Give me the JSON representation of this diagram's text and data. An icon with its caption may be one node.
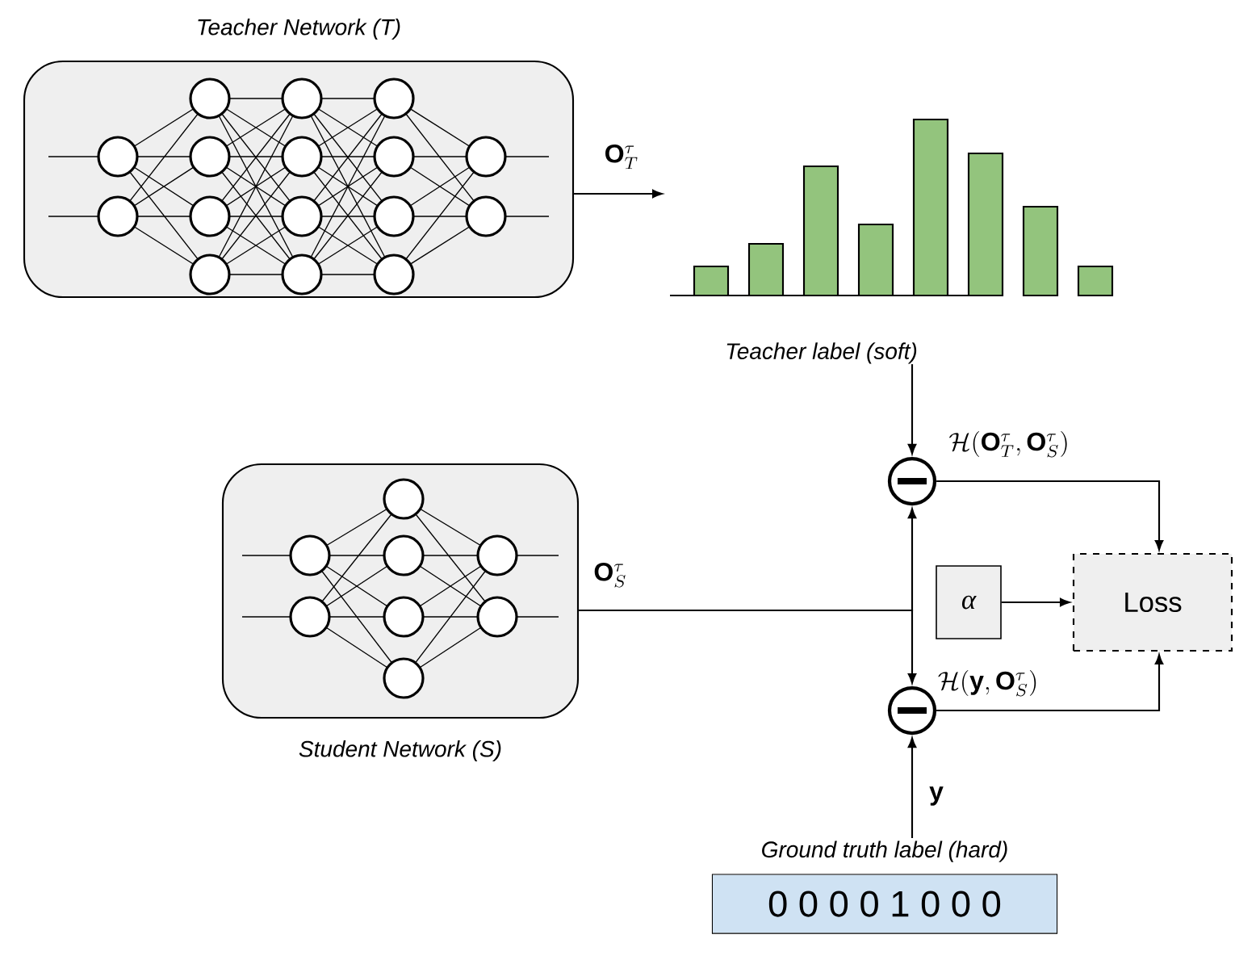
{
  "diagram": {
    "nodes": [
      {
        "text": [
          "Teacher Network (T)"
        ]
      },
      {
        "text": [
          "Teacher label (soft)"
        ]
      },
      {
        "text": [],
        "shape": "circle"
      },
      {
        "text": [
          "Student Network (S)"
        ]
      },
      {
        "text": [
          "α"
        ]
      },
      {
        "text": [
          "Loss"
        ]
      },
      {
        "text": [],
        "shape": "circle"
      },
      {
        "text": [
          "Ground truth label (hard)",
          "0 0 0 0 1 0 0 0"
        ]
      }
    ],
    "edges": [
      {
        "from": 0,
        "to": 1,
        "arrow": "to",
        "label": "\\mathbf{O}_{T}^{\\tau}"
      },
      {
        "from": 1,
        "to": 2,
        "arrow": "to"
      },
      {
        "from": 3,
        "to": 2,
        "arrow": "to",
        "label": "\\mathbf{O}_{S}^{\\tau}"
      },
      {
        "from": 3,
        "to": 6,
        "arrow": "to"
      },
      {
        "from": 2,
        "to": 5,
        "arrow": "to",
        "label": "\\mathcal{H}(\\mathbf{O}_{T}^{\\tau},\\mathbf{O}_{S}^{\\tau})"
      },
      {
        "from": 4,
        "to": 5,
        "arrow": "to"
      },
      {
        "from": 6,
        "to": 5,
        "arrow": "to",
        "label": "\\mathcal{H}(\\mathbf{y},\\mathbf{O}_{S}^{\\tau})"
      },
      {
        "from": 7,
        "to": 6,
        "arrow": "to",
        "label": "\\mathbf{y}"
      }
    ]
  }
}
